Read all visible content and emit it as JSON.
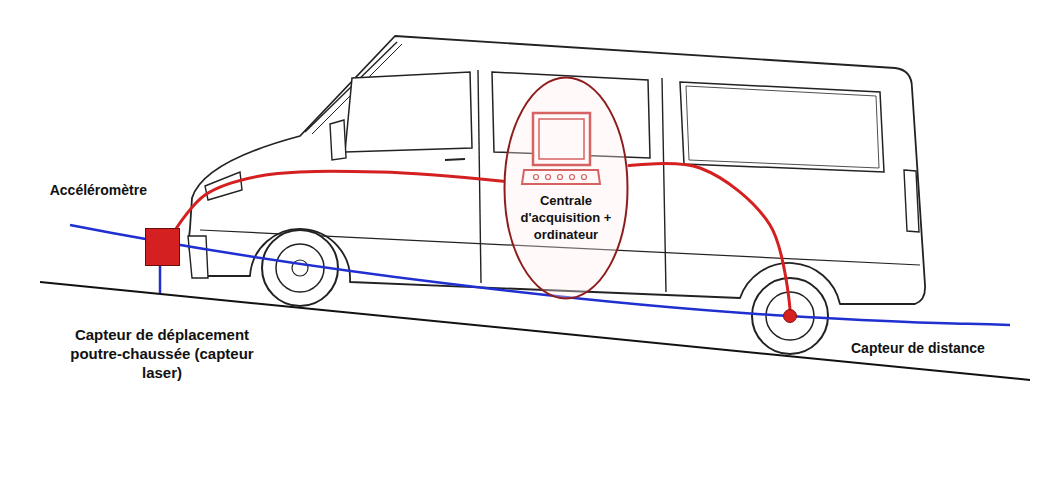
{
  "diagram": {
    "nodes": [
      {
        "text": [
          "Accéléromètre"
        ]
      },
      {
        "text": [
          "Centrale d'acquisition + ordinateur"
        ]
      },
      {
        "text": [
          "Capteur de distance"
        ]
      }
    ],
    "edges": [
      {
        "from": 0,
        "to": 1,
        "arrow": "none"
      },
      {
        "from": 1,
        "to": 2,
        "arrow": "none"
      }
    ],
    "labels": [
      "Capteur de déplacement poutre-chaussée (capteur laser)"
    ]
  }
}
